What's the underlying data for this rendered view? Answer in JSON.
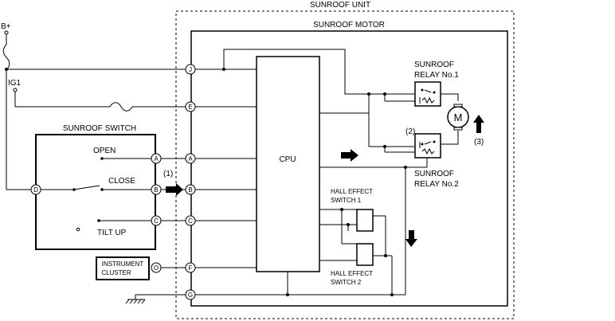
{
  "labels": {
    "sunroof_unit": "SUNROOF UNIT",
    "sunroof_motor": "SUNROOF MOTOR",
    "b_plus": "B+",
    "ig1": "IG1",
    "sunroof_switch": "SUNROOF SWITCH",
    "open": "OPEN",
    "close": "CLOSE",
    "tilt_up": "TILT UP",
    "instrument_cluster_line1": "INSTRUMENT",
    "instrument_cluster_line2": "CLUSTER",
    "cpu": "CPU",
    "relay1_line1": "SUNROOF",
    "relay1_line2": "RELAY No.1",
    "relay2_line1": "SUNROOF",
    "relay2_line2": "RELAY No.2",
    "hall1_line1": "HALL EFFECT",
    "hall1_line2": "SWITCH 1",
    "hall2_line1": "HALL EFFECT",
    "hall2_line2": "SWITCH 2",
    "motor": "M",
    "callout_1": "(1)",
    "callout_2": "(2)",
    "callout_3": "(3)"
  },
  "terminals": {
    "unit": [
      "J",
      "E",
      "A",
      "B",
      "C",
      "F",
      "G"
    ],
    "switch": [
      "A",
      "B",
      "C",
      "D"
    ],
    "cluster": "O"
  }
}
